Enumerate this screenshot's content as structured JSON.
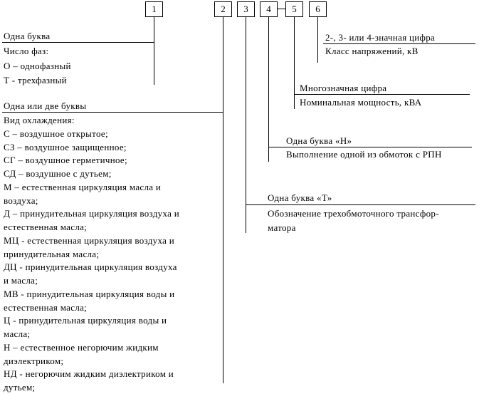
{
  "boxes": [
    {
      "label": "1"
    },
    {
      "label": "2"
    },
    {
      "label": "3"
    },
    {
      "label": "4"
    },
    {
      "label": "5"
    },
    {
      "label": "6"
    }
  ],
  "sections": {
    "phase": {
      "title": "Одна буква",
      "body": "Число фаз:\nО – однофазный\nТ - трехфазный"
    },
    "cooling": {
      "title": "Одна или две буквы",
      "body": "Вид охлаждения:\nС – воздушное открытое;\nСЗ – воздушное защищенное;\nСГ – воздушное герметичное;\nСД – воздушное с дутьем;\nМ – естественная циркуляция масла и\nвоздуха;\nД – принудительная циркуляция воздуха и\nестественная масла;\nМЦ - естественная циркуляция воздуха и\nпринудительная масла;\nДЦ - принудительная циркуляция воздуха\nи масла;\nМВ - принудительная циркуляция воды и\nестественная масла;\nЦ - принудительная циркуляция воды и\nмасла;\nН – естественное негорючим жидким\nдиэлектриком;\nНД - негорючим жидким диэлектриком и\nдутьем;"
    },
    "three_winding": {
      "title": "Одна буква «Т»",
      "body": "Обозначение трехобмоточного трансфор-\nматора"
    },
    "rpn": {
      "title": "Одна буква «Н»",
      "body": "Выполнение одной из обмоток с РПН"
    },
    "power": {
      "title": "Многозначная цифра",
      "body": "Номинальная мощность, кВА"
    },
    "voltage": {
      "title": "2-, 3- или 4-значная цифра",
      "body": "Класс напряжений, кВ"
    }
  }
}
